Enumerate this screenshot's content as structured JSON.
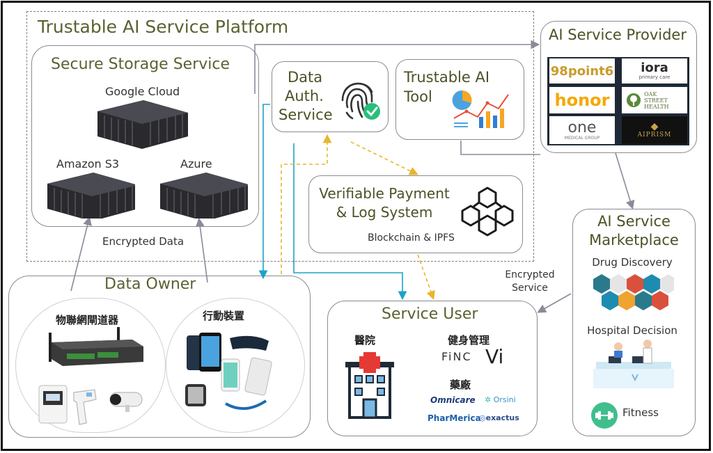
{
  "platform": {
    "title": "Trustable AI Service Platform"
  },
  "storage": {
    "title": "Secure Storage Service",
    "providers": [
      "Google Cloud",
      "Amazon S3",
      "Azure"
    ]
  },
  "auth": {
    "title_lines": [
      "Data",
      "Auth.",
      "Service"
    ]
  },
  "tool": {
    "title_lines": [
      "Trustable AI",
      "Tool"
    ]
  },
  "payment": {
    "title_lines": [
      "Verifiable Payment",
      "& Log System"
    ],
    "subtitle": "Blockchain & IPFS"
  },
  "provider": {
    "title": "AI Service Provider",
    "logos": [
      "98point6",
      "iora",
      "primary care",
      "honor",
      "OAK",
      "STREET",
      "HEALTH",
      "one",
      "MEDICAL GROUP",
      "AIPRISM"
    ]
  },
  "marketplace": {
    "title_lines": [
      "AI Service",
      "Marketplace"
    ],
    "items": [
      "Drug Discovery",
      "Hospital Decision",
      "Fitness"
    ]
  },
  "owner": {
    "title": "Data Owner",
    "groups": [
      "物聯網閘道器",
      "行動裝置"
    ]
  },
  "user": {
    "title": "Service User",
    "groups": [
      "醫院",
      "健身管理",
      "藥廠"
    ],
    "brands": [
      "FiNC",
      "Vi",
      "Omnicare",
      "Orsini",
      "PharMerica",
      "exactus"
    ]
  },
  "edges": {
    "encrypted_data": "Encrypted Data",
    "encrypted_service_lines": [
      "Encrypted",
      "Service"
    ]
  },
  "colors": {
    "title": "#5b6130",
    "blue_line": "#1ba3c6",
    "gold_line": "#e8b62c",
    "gray_line": "#8a8a9a"
  }
}
